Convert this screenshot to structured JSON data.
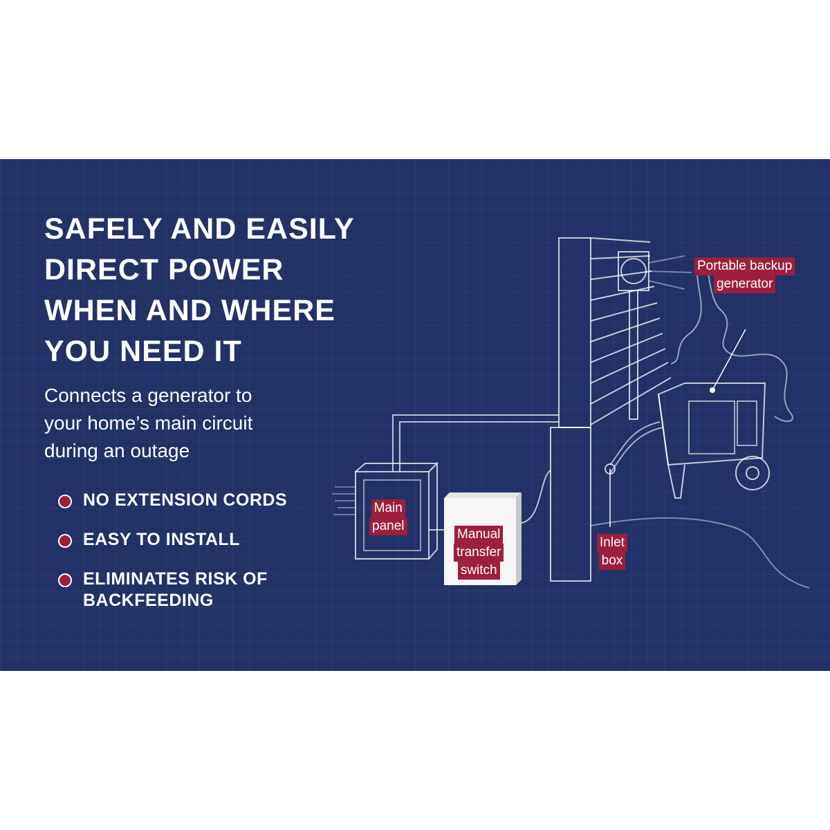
{
  "headline": {
    "lines": [
      "SAFELY AND EASILY",
      "DIRECT POWER",
      "WHEN AND WHERE",
      "YOU NEED IT"
    ]
  },
  "subhead": {
    "lines": [
      "Connects a generator to",
      "your home’s main circuit",
      "during an outage"
    ]
  },
  "benefits": [
    {
      "lines": [
        "NO EXTENSION CORDS"
      ]
    },
    {
      "lines": [
        "EASY TO INSTALL"
      ]
    },
    {
      "lines": [
        "ELIMINATES RISK OF",
        "BACKFEEDING"
      ]
    }
  ],
  "diagram": {
    "labels": {
      "main_panel": [
        "Main",
        "panel"
      ],
      "transfer_switch": [
        "Manual",
        "transfer",
        "switch"
      ],
      "inlet_box": [
        "Inlet",
        "box"
      ],
      "generator": [
        "Portable backup",
        "generator"
      ]
    }
  },
  "colors": {
    "background": "#223166",
    "accent": "#9c1f3e",
    "text": "#ffffff"
  }
}
